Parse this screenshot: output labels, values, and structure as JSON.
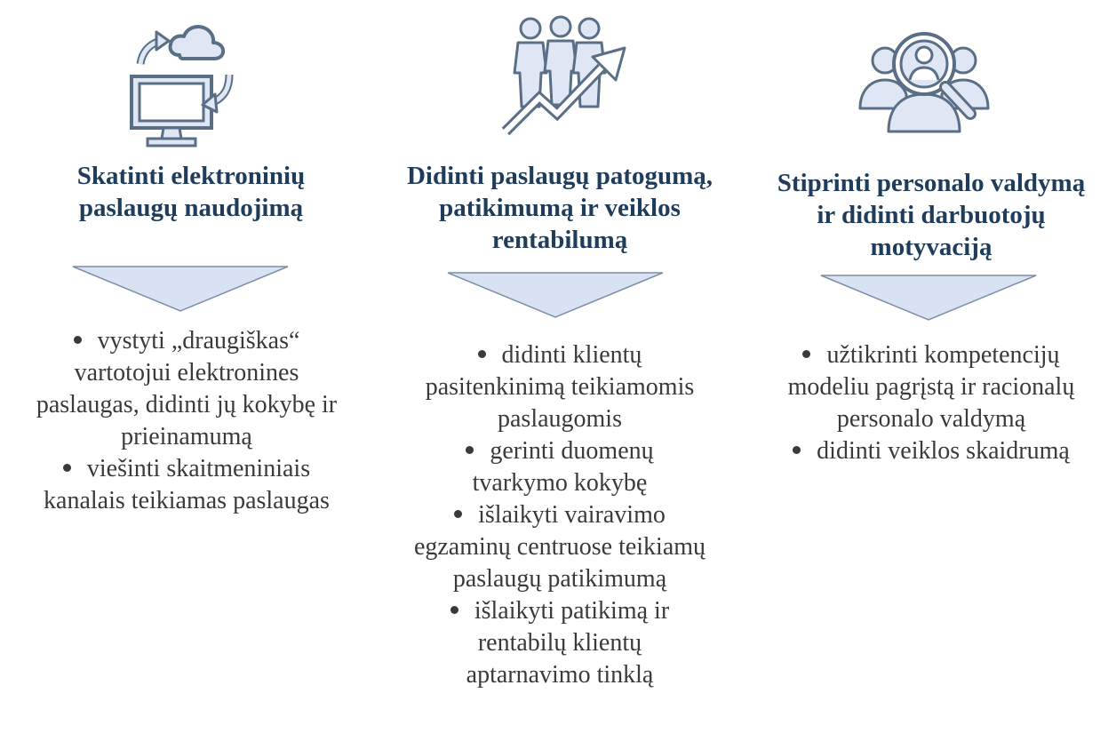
{
  "colors": {
    "heading": "#1f3d5a",
    "icon_stroke": "#5a6f86",
    "icon_fill": "#dfe7f5",
    "arrow_fill": "#d9e2f3",
    "body_text": "#3a3a3a"
  },
  "columns": [
    {
      "icon": "computer-cloud-sync-icon",
      "heading": "Skatinti elektroninių\npaslaugų naudojimą",
      "bullets": [
        "vystyti „draugiškas“\nvartotojui elektronines\npaslaugas, didinti jų kokybę ir\nprieinamumą",
        "viešinti skaitmeniniais\nkanalais teikiamas paslaugas"
      ]
    },
    {
      "icon": "people-growth-arrow-icon",
      "heading": "Didinti paslaugų patogumą,\npatikimumą ir veiklos\nrentabilumą",
      "bullets": [
        "didinti klientų\npasitenkinimą teikiamomis\npaslaugomis",
        "gerinti duomenų\ntvarkymo kokybę",
        "išlaikyti vairavimo\negzaminų centruose teikiamų\npaslaugų patikimumą",
        "išlaikyti patikimą ir\nrentabilų klientų\naptarnavimo tinklą"
      ]
    },
    {
      "icon": "people-magnifier-icon",
      "heading": "Stiprinti personalo valdymą\nir didinti darbuotojų\nmotyvaciją",
      "bullets": [
        "užtikrinti kompetencijų\nmodeliu pagrįstą ir racionalų\npersonalo valdymą",
        "didinti veiklos skaidrumą"
      ]
    }
  ]
}
